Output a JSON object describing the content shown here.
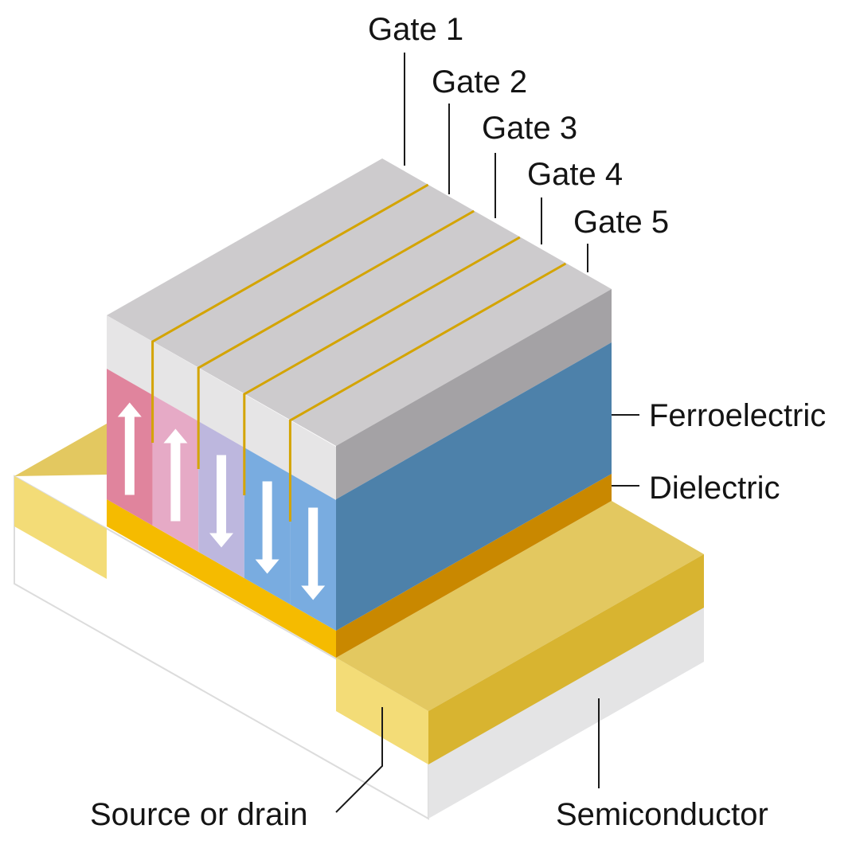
{
  "labels": {
    "gate1": "Gate 1",
    "gate2": "Gate 2",
    "gate3": "Gate 3",
    "gate4": "Gate 4",
    "gate5": "Gate 5",
    "ferroelectric": "Ferroelectric",
    "dielectric": "Dielectric",
    "source_drain": "Source or drain",
    "semiconductor": "Semiconductor"
  },
  "gates": [
    {
      "polarization": "up",
      "color": "#e0849d"
    },
    {
      "polarization": "up",
      "color": "#e6aac6"
    },
    {
      "polarization": "down",
      "color": "#bdb7de"
    },
    {
      "polarization": "down",
      "color": "#79ace0"
    },
    {
      "polarization": "down",
      "color": "#79ace0"
    }
  ],
  "colors": {
    "gate_top": "#cdcbcd",
    "gate_front": "#e6e5e6",
    "gate_side": "#a4a2a5",
    "ferroelectric_side": "#4d81aa",
    "dielectric_front": "#f5bb00",
    "dielectric_side": "#c98800",
    "source_drain_top": "#e3c860",
    "source_drain_front": "#f3dc77",
    "source_drain_side": "#d8b430",
    "semiconductor_front": "#ffffff",
    "semiconductor_side": "#e4e4e5",
    "semiconductor_outline": "#dcdcdc",
    "gate_gap": "#d4a400",
    "arrow": "#ffffff"
  }
}
